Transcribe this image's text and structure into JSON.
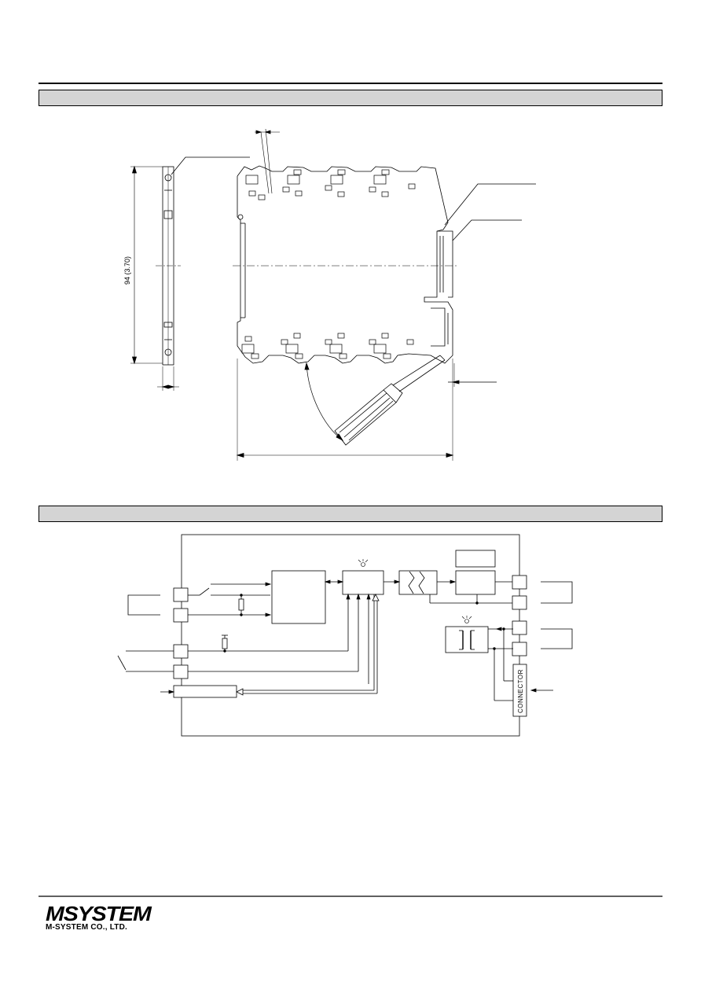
{
  "side_view": {
    "height_dimension_label": "94 (3.70)"
  },
  "block_diagram": {
    "connector_label": "CONNECTOR"
  },
  "footer": {
    "logo_text": "MSYSTEM",
    "company_name": "M-SYSTEM CO., LTD."
  }
}
